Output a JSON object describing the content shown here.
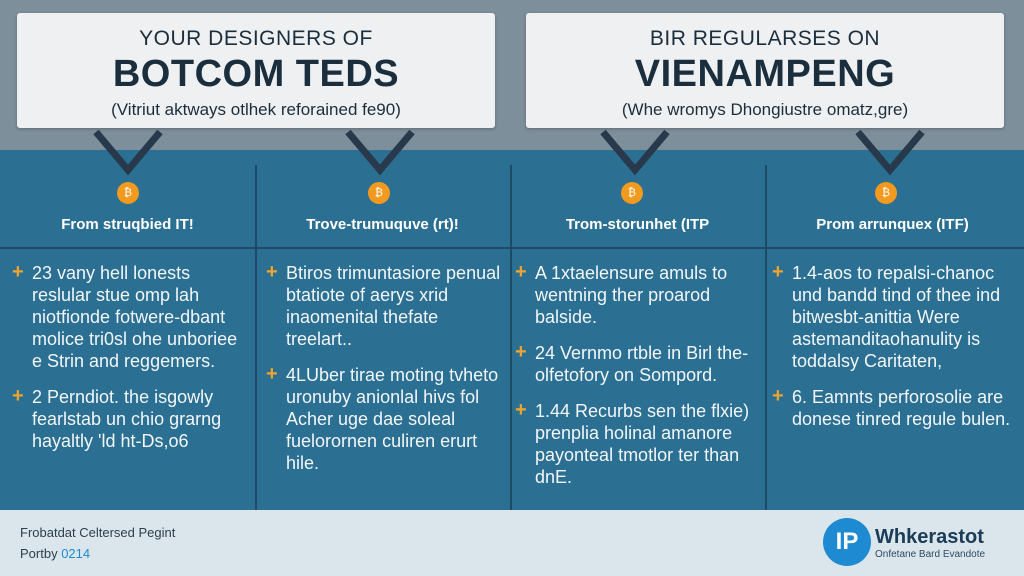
{
  "header": {
    "left": {
      "line1": "YOUR DESIGNERS OF",
      "line2": "BOTCOM TEDS",
      "line3": "(Vitriut aktways otlhek reforained fe90)"
    },
    "right": {
      "line1": "BIR REGULARSES ON",
      "line2": "VIENAMPENG",
      "line3": "(Whe wromys Dhongiustre omatz,gre)"
    }
  },
  "coin_symbol": "₿",
  "columns": [
    {
      "heading": "From struqbied IT!",
      "items": [
        "23 vany hell lonests reslular stue omp lah niotfionde fotwere-dbant molice tri0sl ohe unboriee e Strin and reggemers.",
        "2 Perndiot. the isgowly fearlstab un chio grarng hayaltly 'ld ht-Ds,o6"
      ]
    },
    {
      "heading": "Trove-trumuquve (rt)!",
      "items": [
        "Btiros trimuntasiore penual btatiote of aerys xrid inaomenital thefate treelart..",
        "4LUber tirae moting tvheto uronuby anionlal hivs fol Acher uge dae soleal fuelorornen culiren erurt hile."
      ]
    },
    {
      "heading": "Trom-storunhet (ITP",
      "items": [
        "A 1xtaelensure amuls to wentning ther proarod balside.",
        "24 Vernmo rtble in Birl the-olfetofory on Sompord.",
        "1.44 Recurbs sen the flxie) prenplia holinal amanore payonteal tmotlor ter than dnE."
      ]
    },
    {
      "heading": "Prom arrunquex (ITF)",
      "items": [
        "1.4-aos to repalsi-chanoc und bandd tind of thee ind bitwesbt-anittia Were astemanditaohanulity is toddalsy Caritaten,",
        "6. Eamnts perforosolie are donese tinred regule bulen."
      ]
    }
  ],
  "footer": {
    "line1": "Frobatdat Celtersed Pegint",
    "line2_label": "Portby",
    "line2_value": "0214",
    "brand": "Whkerastot",
    "tagline": "Onfetane Bard Evandote",
    "logo_text": "IP"
  }
}
